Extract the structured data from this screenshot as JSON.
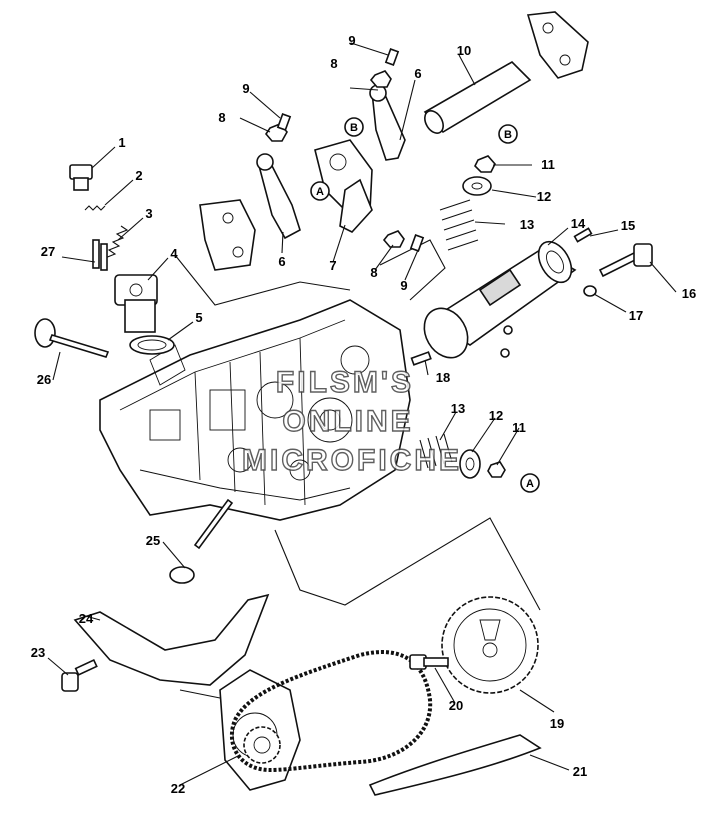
{
  "diagram": {
    "callouts": [
      "1",
      "2",
      "3",
      "4",
      "5",
      "6",
      "6",
      "7",
      "8",
      "8",
      "8",
      "9",
      "9",
      "9",
      "10",
      "11",
      "11",
      "12",
      "12",
      "13",
      "13",
      "14",
      "15",
      "16",
      "17",
      "18",
      "19",
      "20",
      "21",
      "22",
      "23",
      "24",
      "25",
      "26",
      "27"
    ],
    "references": [
      "A",
      "A",
      "B",
      "B"
    ],
    "watermark": [
      "FILSM'S",
      "ONLINE",
      "MICROFICHE"
    ]
  }
}
